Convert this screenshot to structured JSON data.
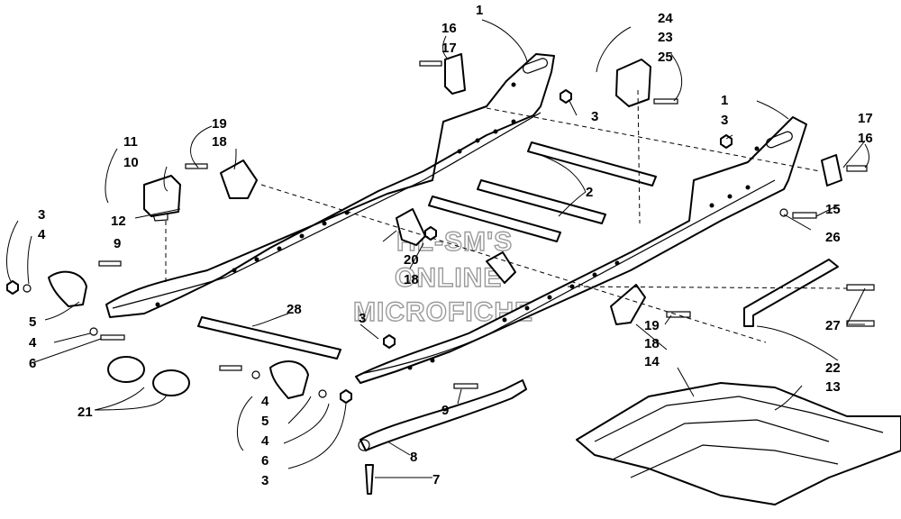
{
  "watermark": [
    "HL-SM'S",
    "ONLINE",
    "MICROFICHE"
  ],
  "callouts": [
    {
      "id": "c1a",
      "text": "1"
    },
    {
      "id": "c16a",
      "text": "16"
    },
    {
      "id": "c17a",
      "text": "17"
    },
    {
      "id": "c24",
      "text": "24"
    },
    {
      "id": "c23",
      "text": "23"
    },
    {
      "id": "c25",
      "text": "25"
    },
    {
      "id": "c3a",
      "text": "3"
    },
    {
      "id": "c19a",
      "text": "19"
    },
    {
      "id": "c18a",
      "text": "18"
    },
    {
      "id": "c1b",
      "text": "1"
    },
    {
      "id": "c3b",
      "text": "3"
    },
    {
      "id": "c17b",
      "text": "17"
    },
    {
      "id": "c16b",
      "text": "16"
    },
    {
      "id": "c11",
      "text": "11"
    },
    {
      "id": "c10",
      "text": "10"
    },
    {
      "id": "c2",
      "text": "2"
    },
    {
      "id": "c15",
      "text": "15"
    },
    {
      "id": "c12",
      "text": "12"
    },
    {
      "id": "c26",
      "text": "26"
    },
    {
      "id": "c3c",
      "text": "3"
    },
    {
      "id": "c4a",
      "text": "4"
    },
    {
      "id": "c9a",
      "text": "9"
    },
    {
      "id": "c20",
      "text": "20"
    },
    {
      "id": "c18b",
      "text": "18"
    },
    {
      "id": "c5a",
      "text": "5"
    },
    {
      "id": "c28",
      "text": "28"
    },
    {
      "id": "c27",
      "text": "27"
    },
    {
      "id": "c3d",
      "text": "3"
    },
    {
      "id": "c19b",
      "text": "19"
    },
    {
      "id": "c4b",
      "text": "4"
    },
    {
      "id": "c6a",
      "text": "6"
    },
    {
      "id": "c18c",
      "text": "18"
    },
    {
      "id": "c14",
      "text": "14"
    },
    {
      "id": "c22",
      "text": "22"
    },
    {
      "id": "c13",
      "text": "13"
    },
    {
      "id": "c9b",
      "text": "9"
    },
    {
      "id": "c4c",
      "text": "4"
    },
    {
      "id": "c21",
      "text": "21"
    },
    {
      "id": "c5b",
      "text": "5"
    },
    {
      "id": "c4d",
      "text": "4"
    },
    {
      "id": "c8",
      "text": "8"
    },
    {
      "id": "c6b",
      "text": "6"
    },
    {
      "id": "c7",
      "text": "7"
    },
    {
      "id": "c3e",
      "text": "3"
    }
  ]
}
